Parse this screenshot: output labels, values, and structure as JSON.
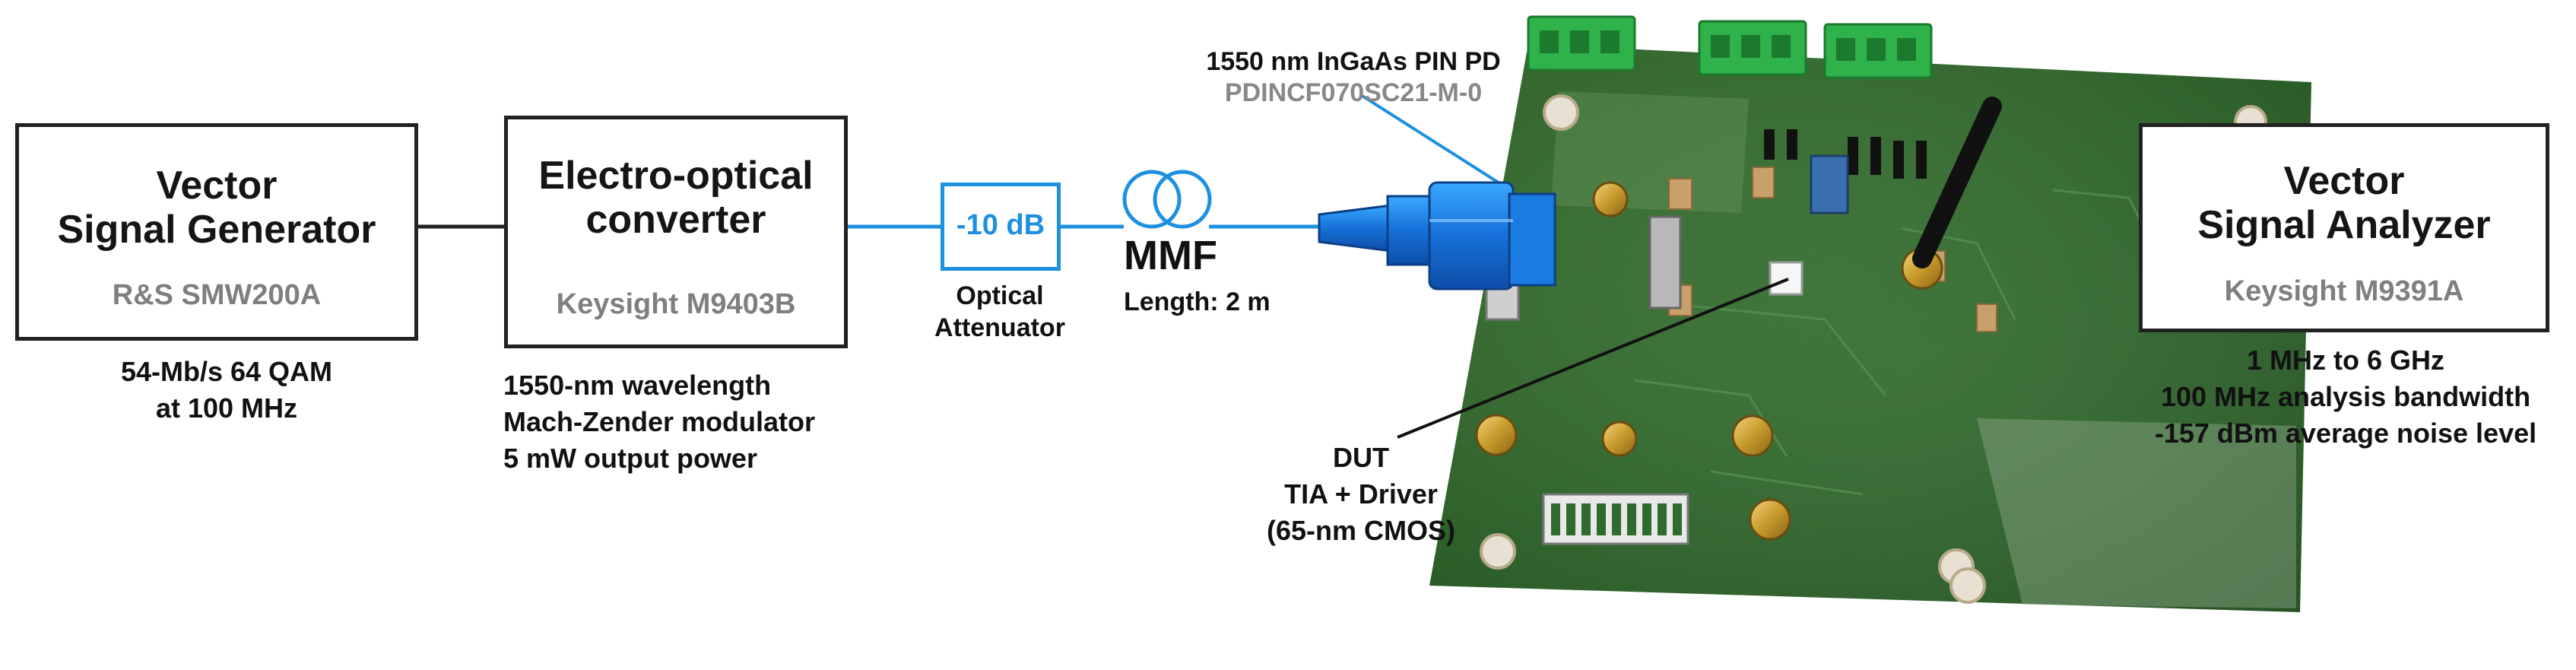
{
  "signal_generator": {
    "title_line1": "Vector",
    "title_line2": "Signal Generator",
    "model": "R&S SMW200A",
    "caption_line1": "54-Mb/s 64 QAM",
    "caption_line2": "at 100 MHz"
  },
  "eo_converter": {
    "title_line1": "Electro-optical",
    "title_line2": "converter",
    "model": "Keysight M9403B",
    "caption_line1": "1550-nm wavelength",
    "caption_line2": "Mach-Zender modulator",
    "caption_line3": "5 mW output power"
  },
  "attenuator": {
    "value": "-10 dB",
    "label_line1": "Optical",
    "label_line2": "Attenuator"
  },
  "fiber": {
    "name": "MMF",
    "length": "Length: 2 m"
  },
  "photodiode": {
    "label_line1": "1550 nm InGaAs PIN PD",
    "label_line2": "PDINCF070SC21-M-0"
  },
  "dut": {
    "label_line1": "DUT",
    "label_line2": "TIA + Driver",
    "label_line3": "(65-nm CMOS)"
  },
  "signal_analyzer": {
    "title_line1": "Vector",
    "title_line2": "Signal Analyzer",
    "model": "Keysight M9391A",
    "caption_line1": "1 MHz to 6 GHz",
    "caption_line2": "100 MHz analysis bandwidth",
    "caption_line3": "-157 dBm average noise level"
  },
  "colors": {
    "optical_blue": "#1e90e0",
    "pcb_green": "#2f6b2c",
    "model_gray": "#7f7f7f",
    "terminal_green": "#2fb24a"
  }
}
